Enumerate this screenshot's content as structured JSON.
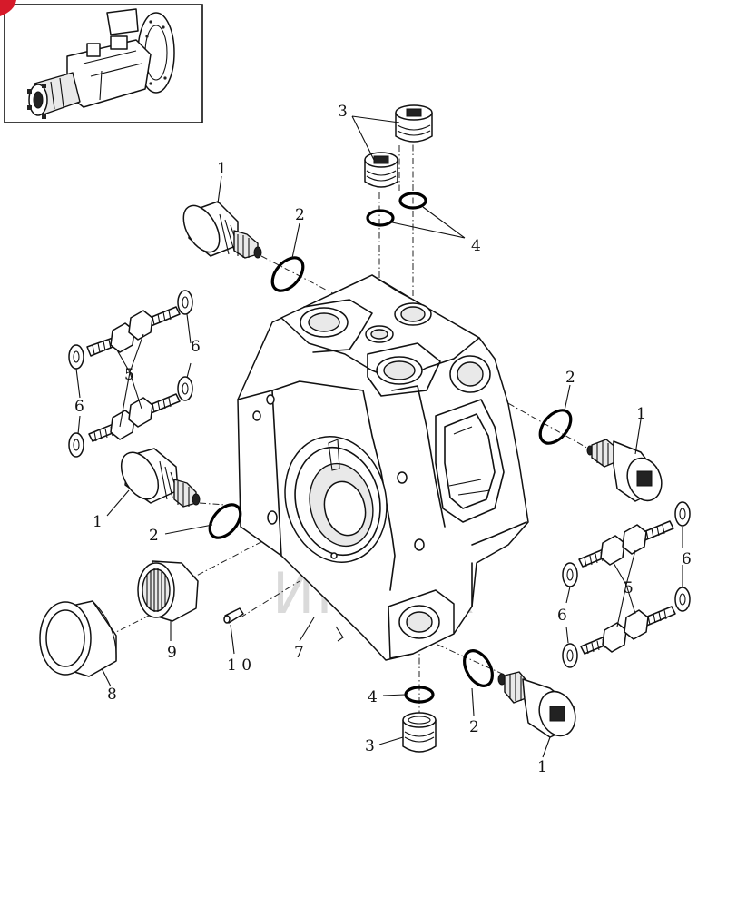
{
  "watermark": {
    "text": "ИНТЕК",
    "color": "#f2a2a2"
  },
  "corner_badge_color": "#d61a2a",
  "callouts": [
    {
      "id": "c-3-top",
      "label": "3"
    },
    {
      "id": "c-1-top-left",
      "label": "1"
    },
    {
      "id": "c-2-top-left",
      "label": "2"
    },
    {
      "id": "c-4-top",
      "label": "4"
    },
    {
      "id": "c-6-left-upper",
      "label": "6"
    },
    {
      "id": "c-5-left",
      "label": "5"
    },
    {
      "id": "c-6-left-lower",
      "label": "6"
    },
    {
      "id": "c-2-right",
      "label": "2"
    },
    {
      "id": "c-1-right",
      "label": "1"
    },
    {
      "id": "c-1-left",
      "label": "1"
    },
    {
      "id": "c-2-left",
      "label": "2"
    },
    {
      "id": "c-6-right-upper",
      "label": "6"
    },
    {
      "id": "c-5-right",
      "label": "5"
    },
    {
      "id": "c-6-right-lower",
      "label": "6"
    },
    {
      "id": "c-9",
      "label": "9"
    },
    {
      "id": "c-10",
      "label": "1 0"
    },
    {
      "id": "c-7",
      "label": "7"
    },
    {
      "id": "c-8",
      "label": "8"
    },
    {
      "id": "c-4-bottom",
      "label": "4"
    },
    {
      "id": "c-2-bottom",
      "label": "2"
    },
    {
      "id": "c-3-bottom",
      "label": "3"
    },
    {
      "id": "c-1-bottom",
      "label": "1"
    }
  ]
}
